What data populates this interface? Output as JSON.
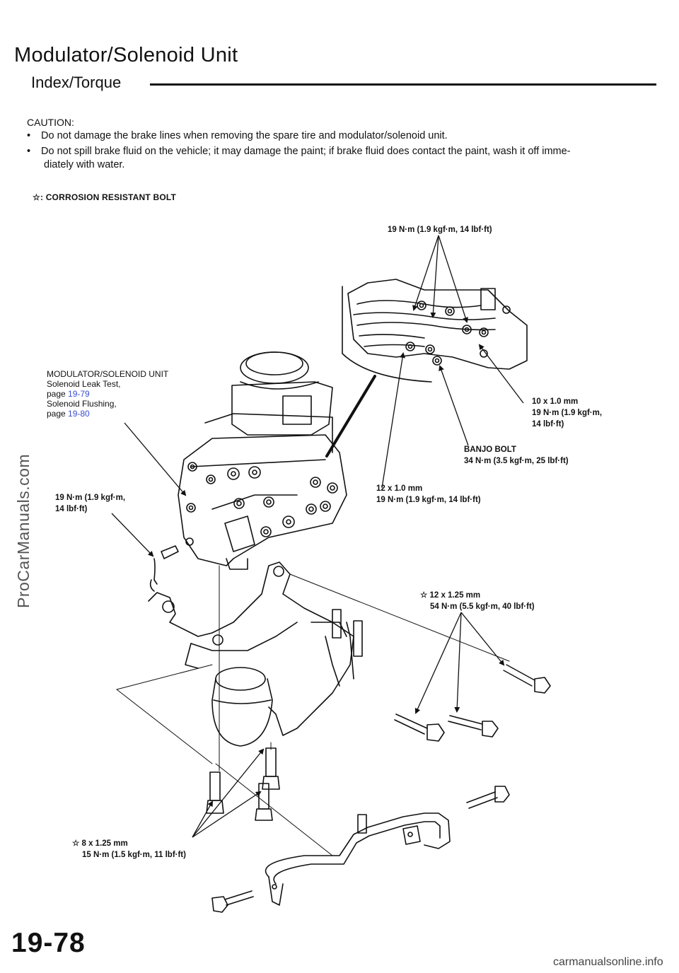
{
  "header": {
    "title": "Modulator/Solenoid Unit",
    "subtitle": "Index/Torque"
  },
  "caution": {
    "heading": "CAUTION:",
    "bullets": [
      "Do not damage the brake lines when removing the spare tire and modulator/solenoid unit.",
      "Do not spill brake fluid on the vehicle; it may damage the paint; if brake fluid does contact the paint, wash it off imme-"
    ],
    "bullet2_continuation": "diately with water."
  },
  "legend": "☆: CORROSION RESISTANT BOLT",
  "unit_label": {
    "name": "MODULATOR/SOLENOID UNIT",
    "line1": "Solenoid Leak Test,",
    "page1_prefix": "page ",
    "page1": "19-79",
    "line2": "Solenoid Flushing,",
    "page2_prefix": "page ",
    "page2": "19-80"
  },
  "callouts": {
    "top": "19 N·m (1.9 kgf·m, 14 lbf·ft)",
    "ten": [
      "10 x 1.0 mm",
      "19 N·m (1.9 kgf·m,",
      "14 lbf·ft)"
    ],
    "banjo": [
      "BANJO BOLT",
      "34 N·m (3.5 kgf·m, 25 lbf·ft)"
    ],
    "twelve": [
      "12 x 1.0 mm",
      "19 N·m (1.9 kgf·m, 14 lbf·ft)"
    ],
    "left": [
      "19 N·m (1.9 kgf·m,",
      "14 lbf·ft)"
    ],
    "bolt125": [
      "☆ 12 x 1.25 mm",
      "54 N·m (5.5 kgf·m, 40 lbf·ft)"
    ],
    "bolt8": [
      "☆ 8 x 1.25 mm",
      "15 N·m (1.5 kgf·m, 11 lbf·ft)"
    ]
  },
  "watermark": "ProCarManuals.com",
  "page_number": "19-78",
  "footer": "carmanualsonline.info"
}
